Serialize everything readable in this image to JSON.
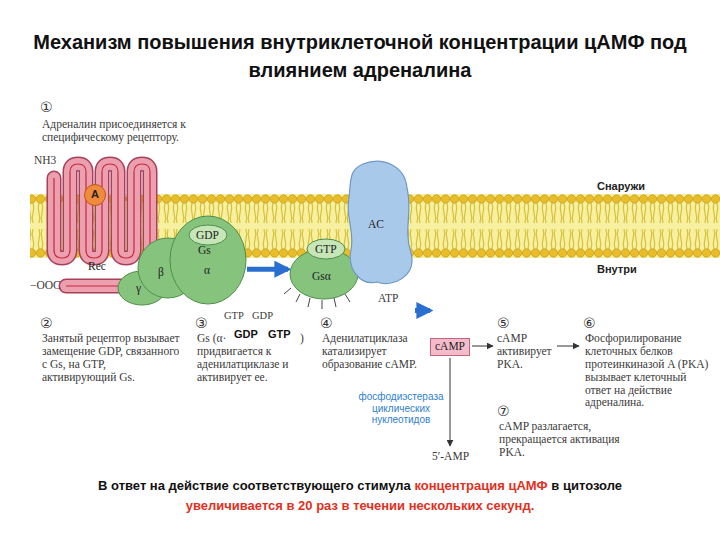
{
  "diagram": {
    "title": "Механизм повышения внутриклеточной концентрации цАМФ под влиянием адреналина",
    "nodes": [
      {
        "text": [
          "Rec"
        ]
      },
      {
        "text": [
          "A"
        ],
        "in": 0
      },
      {
        "text": [
          "GDP",
          "Gs",
          "α",
          "β",
          "γ"
        ]
      },
      {
        "text": [
          "GTP",
          "Gsα"
        ]
      },
      {
        "text": [
          "AC"
        ]
      },
      {
        "text": [
          "cAMP"
        ]
      }
    ],
    "edges": [
      {
        "from": 2,
        "to": 3,
        "arrow": "to"
      },
      {
        "from": 4,
        "to": 5,
        "arrow": "to"
      }
    ],
    "labels": [
      "①",
      "Адреналин присоединяется к специфическому рецептору.",
      "Снаружи",
      "Внутри",
      "NH3",
      "−OOC",
      "GTP",
      "GDP",
      "ATP",
      "②",
      "Занятый рецептор вызывает замещение GDP, связанного с Gs, на GTP, активирующий Gs.",
      "③",
      "Gs (α·",
      "GDP",
      "GTP",
      ")",
      "придвигается к аденилатциклазе и активирует ее.",
      "④",
      "Аденилатциклаза катализирует образование cAMP.",
      "⑤",
      "cAMP активирует PKA.",
      "⑥",
      "Фосфорилирование клеточных белков протеинкиназой A (PKA) вызывает клеточный ответ на действие адреналина.",
      "фосфодиэстераза циклических нуклеотидов",
      "⑦",
      "cAMP разлагается, прекращается активация PKA.",
      "5′-AMP",
      "В ответ на действие соответствующего стимула",
      "концентрация цАМФ",
      "в цитозоле",
      "увеличивается в 20 раз в течении нескольких секунд."
    ]
  }
}
